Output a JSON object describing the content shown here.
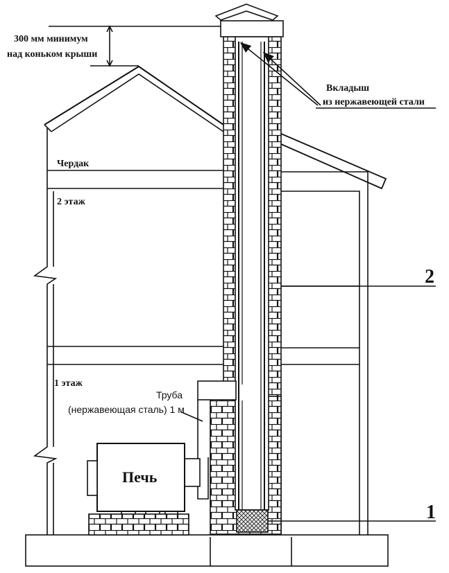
{
  "labels": {
    "clearance_line1": "300 мм минимум",
    "clearance_line2": "над коньком крыши",
    "liner_line1": "Вкладыш",
    "liner_line2": "из нержавеющей стали",
    "attic": "Чердак",
    "floor2": "2 этаж",
    "floor1": "1 этаж",
    "pipe_line1": "Труба",
    "pipe_line2": "(нержавеющая сталь) 1 м",
    "stove": "Печь",
    "callout1": "1",
    "callout2": "2"
  },
  "colors": {
    "line": "#111111",
    "background": "#ffffff"
  }
}
